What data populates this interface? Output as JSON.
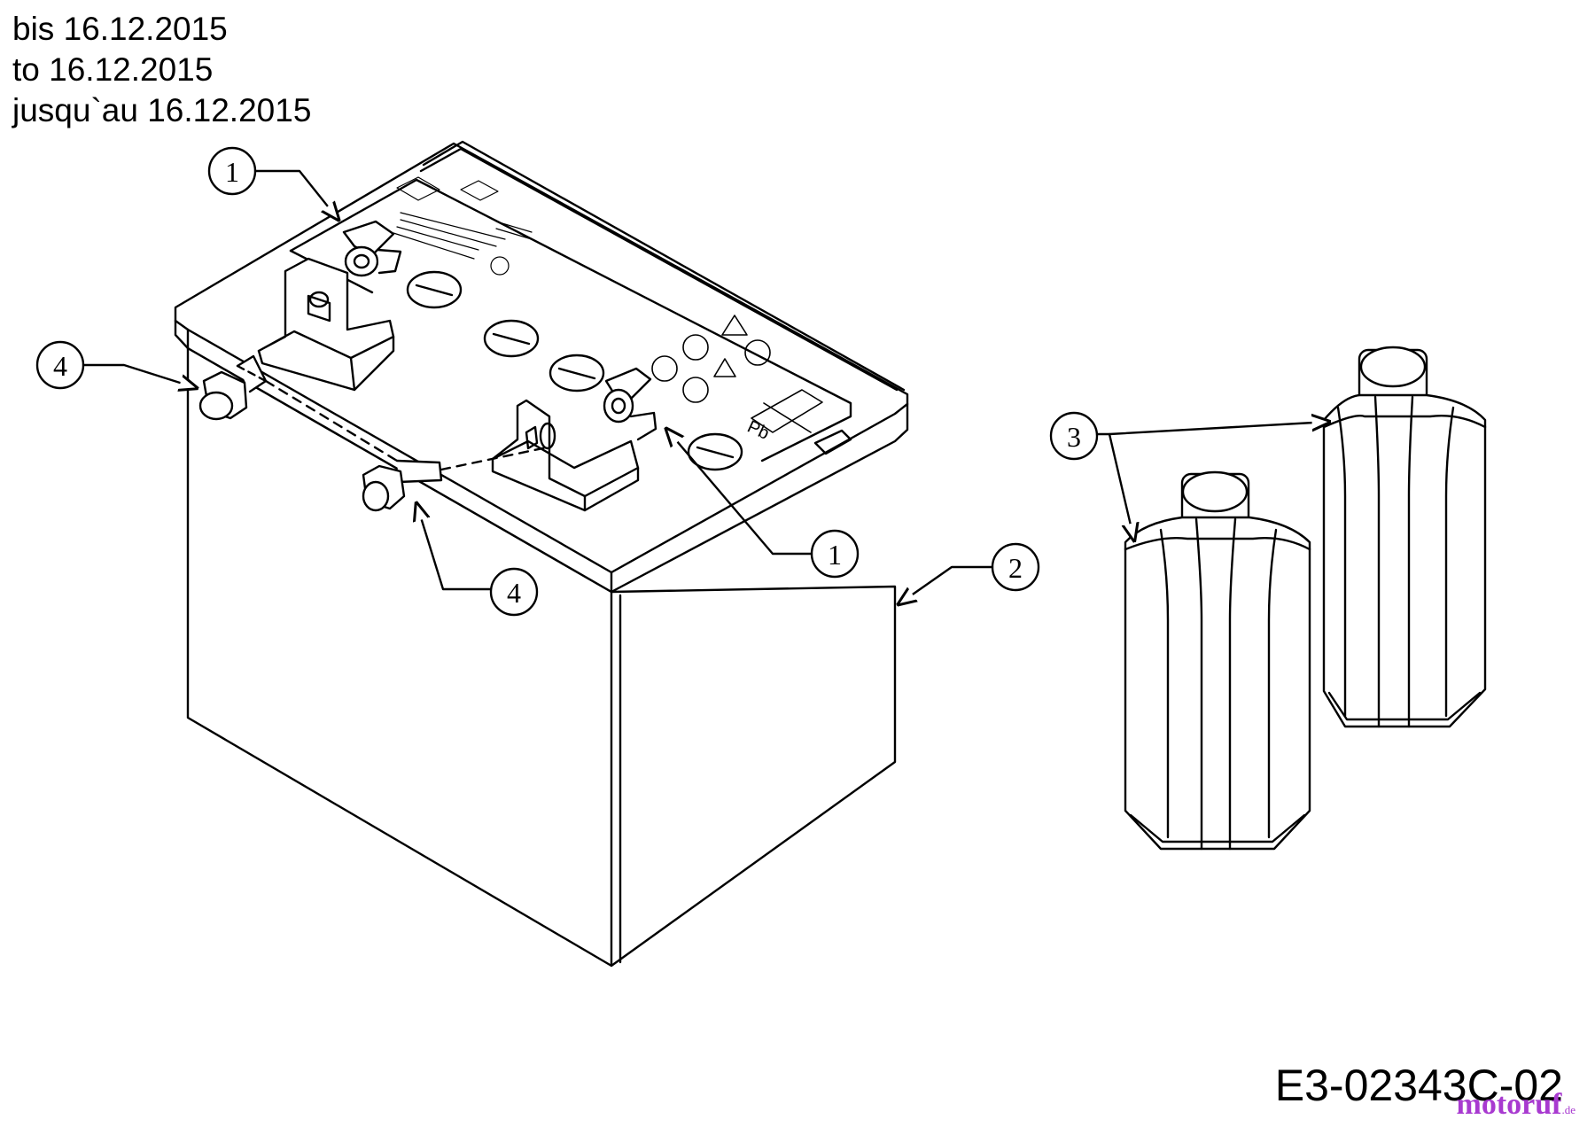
{
  "header": {
    "line_de": "bis 16.12.2015",
    "line_en": "to 16.12.2015",
    "line_fr": "jusqu`au 16.12.2015"
  },
  "callouts": {
    "terminal_top": "1",
    "terminal_bottom": "1",
    "battery": "2",
    "acid_bottles": "3",
    "bolt_left": "4",
    "bolt_bottom": "4"
  },
  "label_marking": "Pb",
  "drawing_code": "E3-02343C-02",
  "watermark": {
    "name": "motoruf",
    "tld": ".de"
  },
  "colors": {
    "line": "#000000",
    "background": "#ffffff",
    "watermark": "#a83ad0"
  }
}
